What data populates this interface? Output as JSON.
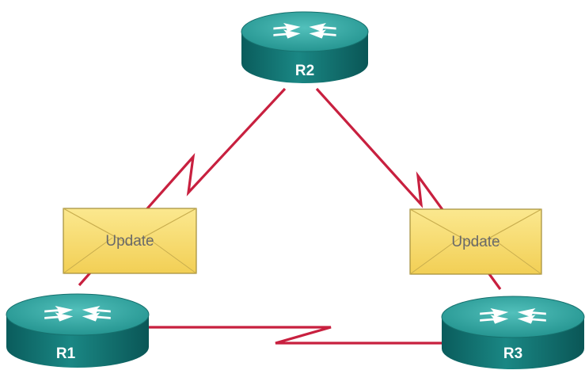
{
  "routers": [
    {
      "id": "R2",
      "label": "R2"
    },
    {
      "id": "R1",
      "label": "R1"
    },
    {
      "id": "R3",
      "label": "R3"
    }
  ],
  "messages": [
    {
      "id": "update-left",
      "label": "Update"
    },
    {
      "id": "update-right",
      "label": "Update"
    }
  ],
  "colors": {
    "link": "#c8203f",
    "router_body": "#0f6f6f",
    "router_top": "#2aa3a0",
    "envelope": "#f7dd74"
  }
}
